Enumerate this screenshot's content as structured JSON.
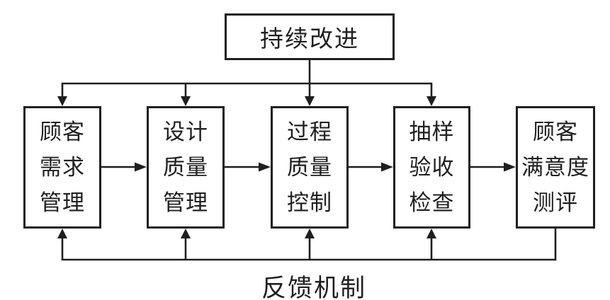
{
  "colors": {
    "background": "#ffffff",
    "line": "#1f1f1f",
    "text": "#1f1f1f"
  },
  "diagram": {
    "top_node": {
      "label": "持续改进"
    },
    "process_nodes": [
      {
        "label": "顾客\n需求\n管理"
      },
      {
        "label": "设计\n质量\n管理"
      },
      {
        "label": "过程\n质量\n控制"
      },
      {
        "label": "抽样\n验收\n检查"
      },
      {
        "label": "顾客\n满意度\n测评"
      }
    ],
    "feedback_label": "反馈机制",
    "edges": [
      {
        "from": "持续改进",
        "to": "顾客需求管理"
      },
      {
        "from": "持续改进",
        "to": "设计质量管理"
      },
      {
        "from": "持续改进",
        "to": "过程质量控制"
      },
      {
        "from": "持续改进",
        "to": "抽样验收检查"
      },
      {
        "from": "顾客需求管理",
        "to": "设计质量管理"
      },
      {
        "from": "设计质量管理",
        "to": "过程质量控制"
      },
      {
        "from": "过程质量控制",
        "to": "抽样验收检查"
      },
      {
        "from": "抽样验收检查",
        "to": "顾客满意度测评"
      },
      {
        "from": "顾客满意度测评",
        "to": "顾客需求管理",
        "via": "反馈机制"
      },
      {
        "from": "顾客满意度测评",
        "to": "设计质量管理",
        "via": "反馈机制"
      },
      {
        "from": "顾客满意度测评",
        "to": "过程质量控制",
        "via": "反馈机制"
      },
      {
        "from": "顾客满意度测评",
        "to": "抽样验收检查",
        "via": "反馈机制"
      }
    ]
  }
}
